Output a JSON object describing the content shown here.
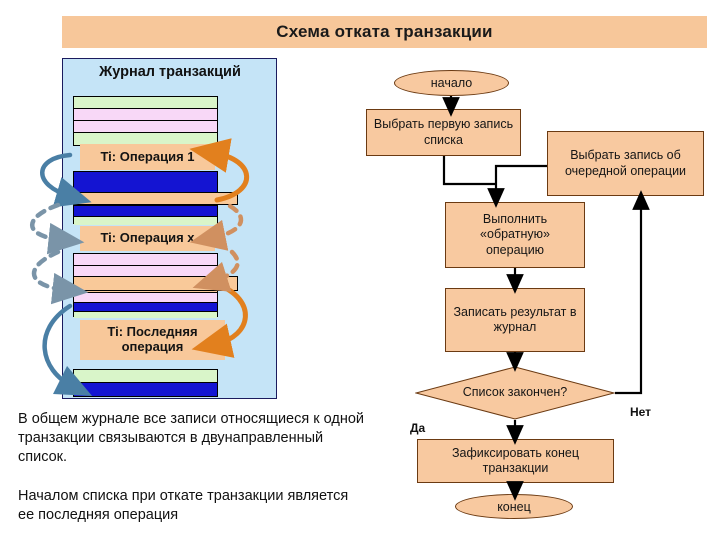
{
  "header": {
    "title": "Схема отката транзакции",
    "bar_color": "#f7c79a"
  },
  "journal_panel": {
    "title": "Журнал транзакций",
    "background": "#c5e4f7",
    "border_color": "#1b1b5e",
    "record_colors": {
      "green": "#d9f5c9",
      "pink": "#f8d8f7",
      "blue": "#1414d2",
      "orange": "#f9c999"
    },
    "labels": [
      {
        "text": "Ti: Операция 1"
      },
      {
        "text": "Ti: Операция x"
      },
      {
        "text": "Ti: Последняя операция"
      }
    ],
    "link_arrows": {
      "backward_color": "#4a7fa5",
      "forward_color": "#e2801e"
    }
  },
  "notes": [
    "В общем журнале все записи относящиеся к  одной транзакции связываются в двунаправленный список.",
    "Началом списка при откате транзакции является ее последняя операция"
  ],
  "flowchart": {
    "node_fill": "#f8c9a0",
    "node_stroke": "#6b3a12",
    "nodes": [
      {
        "id": "start",
        "type": "terminator",
        "text": "начало"
      },
      {
        "id": "first",
        "type": "process",
        "text": "Выбрать первую запись списка"
      },
      {
        "id": "next",
        "type": "process",
        "text": "Выбрать запись об очередной операции"
      },
      {
        "id": "undo",
        "type": "process",
        "text": "Выполнить «обратную» операцию"
      },
      {
        "id": "write",
        "type": "process",
        "text": "Записать результат в журнал"
      },
      {
        "id": "check",
        "type": "decision",
        "text": "Список закончен?"
      },
      {
        "id": "commit",
        "type": "process",
        "text": "Зафиксировать конец транзакции"
      },
      {
        "id": "end",
        "type": "terminator",
        "text": "конец"
      }
    ],
    "branches": [
      {
        "id": "yes",
        "label": "Да"
      },
      {
        "id": "no",
        "label": "Нет"
      }
    ]
  }
}
